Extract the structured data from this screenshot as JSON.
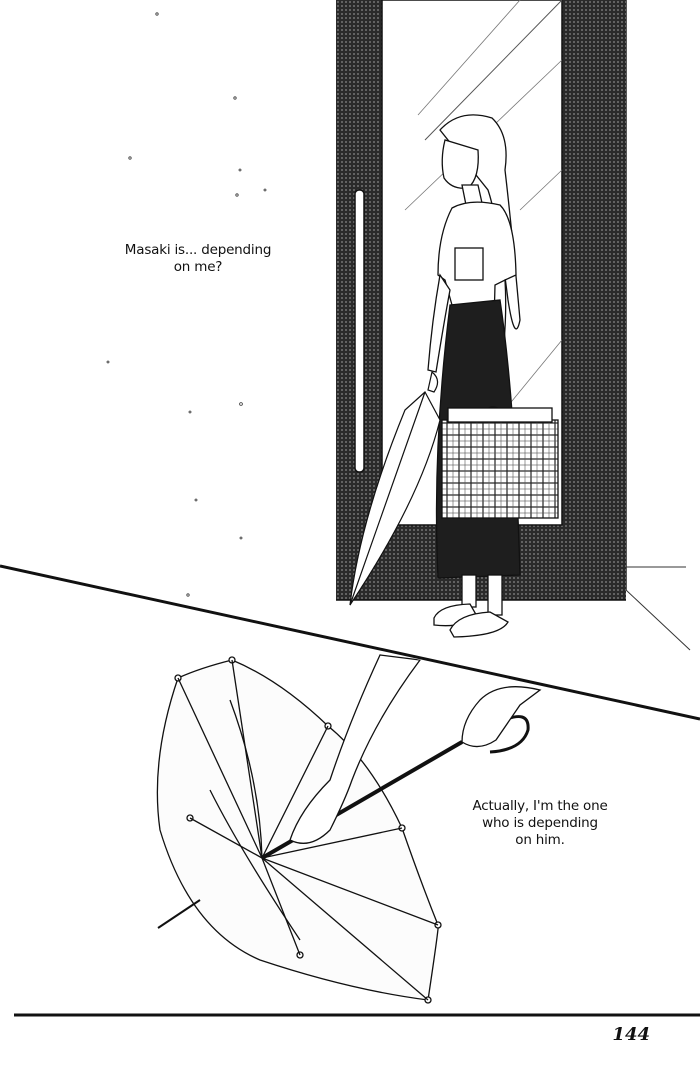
{
  "captions": [
    {
      "line1": "Masaki is... depending",
      "line2": "on me?"
    },
    {
      "line1": "Actually, I'm the one",
      "line2": "who is depending",
      "line3": "on him."
    }
  ],
  "page_number": "144"
}
